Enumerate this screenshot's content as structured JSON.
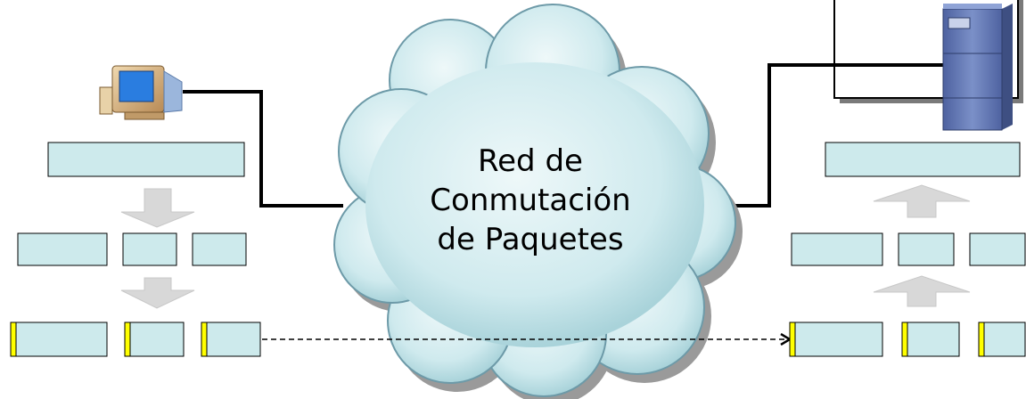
{
  "cloud": {
    "line1": "Red de",
    "line2": "Conmutación",
    "line3": "de Paquetes"
  },
  "icons": {
    "client": "desktop-computer-icon",
    "server": "server-tower-icon"
  },
  "colors": {
    "block_fill": "#cdeaec",
    "block_stroke": "#000000",
    "header_mark": "#ffff00",
    "arrow_fill": "#dcdcdc",
    "cloud_fill": "#c8e8ec",
    "cloud_stroke": "#6d9aa8",
    "link_line": "#000000",
    "server_body": "#6a7fb8"
  }
}
